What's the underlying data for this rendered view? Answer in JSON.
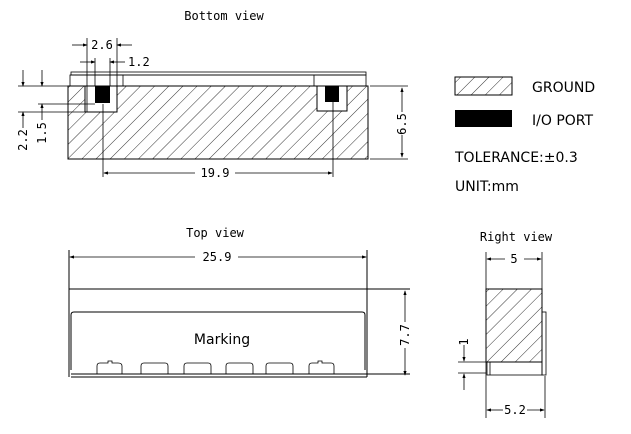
{
  "bottom_view": {
    "title": "Bottom view",
    "dims": {
      "pad_pitch_width": "2.6",
      "pad_width": "1.2",
      "height_a": "2.2",
      "height_b": "1.5",
      "body_height": "6.5",
      "pad_spacing": "19.9"
    }
  },
  "legend": {
    "ground_label": "GROUND",
    "io_label": "I/O PORT",
    "tolerance": "TOLERANCE:±0.3",
    "unit": "UNIT:mm"
  },
  "top_view": {
    "title": "Top view",
    "marking": "Marking",
    "dims": {
      "length": "25.9",
      "height": "7.7"
    }
  },
  "right_view": {
    "title": "Right view",
    "dims": {
      "width_top": "5",
      "width_bottom": "5.2",
      "foot": "1"
    }
  },
  "colors": {
    "line": "#000000",
    "background": "#ffffff"
  }
}
